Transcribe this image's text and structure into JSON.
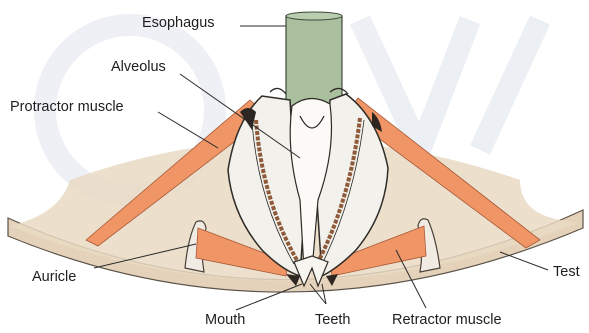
{
  "labels": {
    "esophagus": "Esophagus",
    "alveolus": "Alveolus",
    "protractor": "Protractor muscle",
    "auricle": "Auricle",
    "test": "Test",
    "mouth": "Mouth",
    "teeth": "Teeth",
    "retractor": "Retractor muscle"
  },
  "colors": {
    "esophagus": "#a9bf9e",
    "test_shell": "#e2d0b7",
    "muscle": "#ee9266",
    "jaw": "#f1f0ea",
    "tooth_band": "#8e5a3a"
  }
}
